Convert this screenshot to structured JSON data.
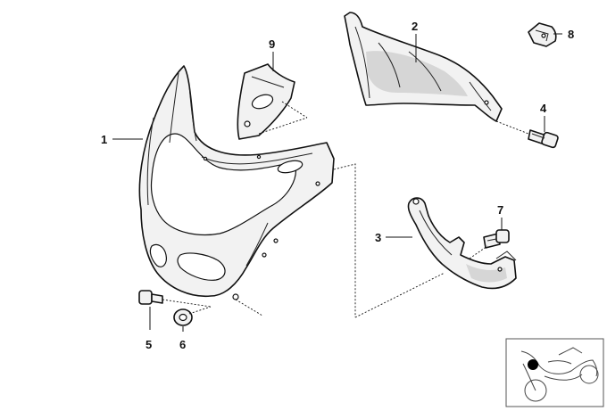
{
  "diagram": {
    "callouts": [
      {
        "id": "1",
        "label": "1"
      },
      {
        "id": "2",
        "label": "2"
      },
      {
        "id": "3",
        "label": "3"
      },
      {
        "id": "4",
        "label": "4"
      },
      {
        "id": "5",
        "label": "5"
      },
      {
        "id": "6",
        "label": "6"
      },
      {
        "id": "7",
        "label": "7"
      },
      {
        "id": "8",
        "label": "8"
      },
      {
        "id": "9",
        "label": "9"
      }
    ],
    "parts": [
      {
        "id": "1",
        "icon": "fairing-panel-icon"
      },
      {
        "id": "2",
        "icon": "cover-trim-icon"
      },
      {
        "id": "3",
        "icon": "bracket-icon"
      },
      {
        "id": "4",
        "icon": "bolt-icon"
      },
      {
        "id": "5",
        "icon": "bolt-icon"
      },
      {
        "id": "6",
        "icon": "washer-icon"
      },
      {
        "id": "7",
        "icon": "bolt-icon"
      },
      {
        "id": "8",
        "icon": "clip-nut-icon"
      },
      {
        "id": "9",
        "icon": "pad-icon"
      }
    ],
    "thumbnail": {
      "icon": "motorcycle-location-icon",
      "marker_color": "#000000"
    }
  }
}
